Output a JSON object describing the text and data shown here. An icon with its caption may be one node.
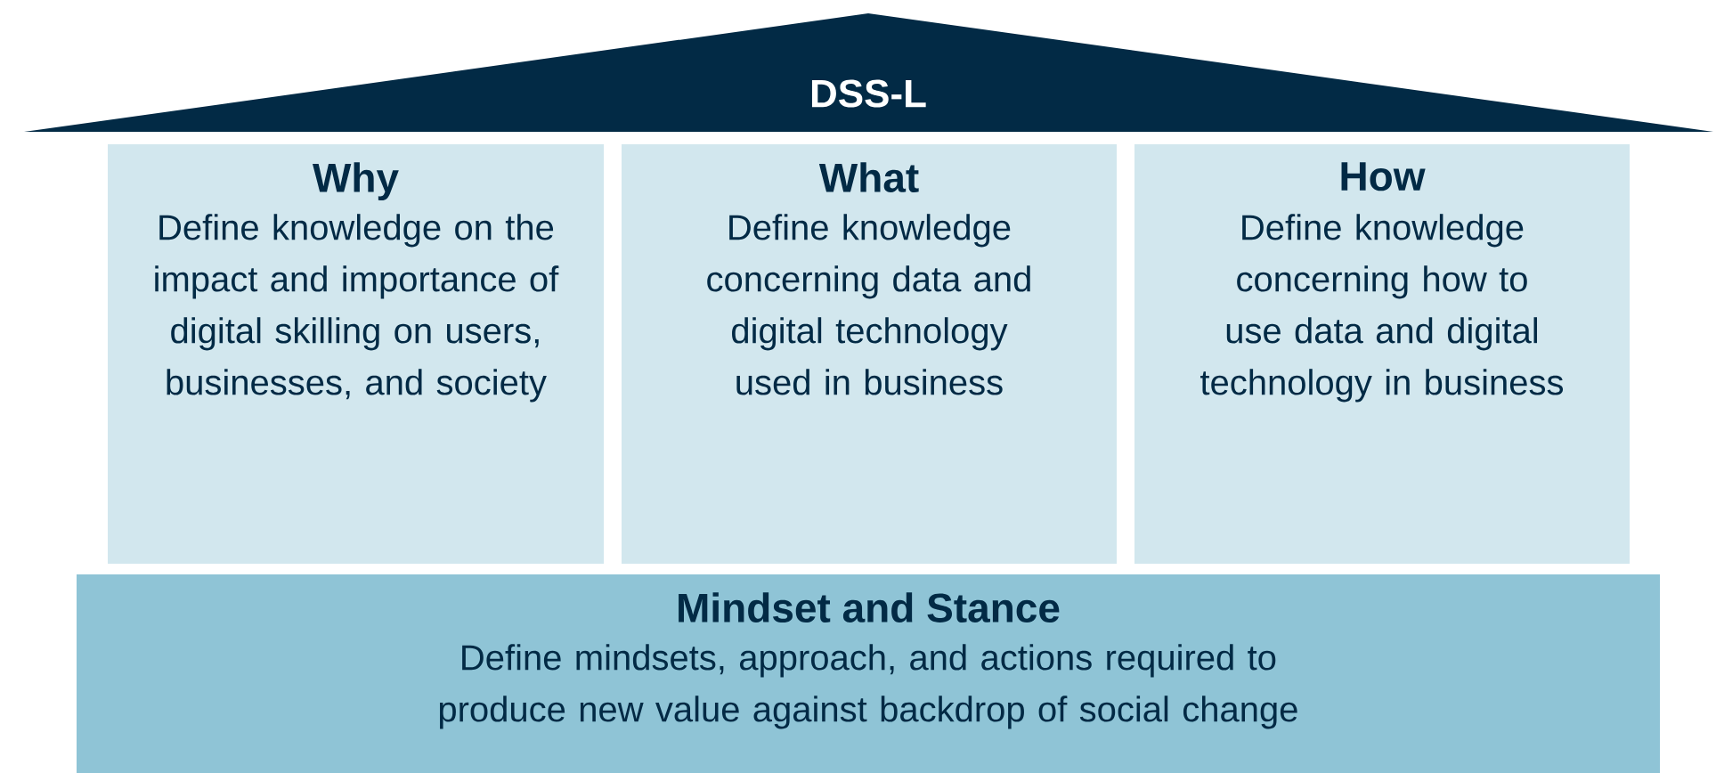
{
  "diagram": {
    "nodes": [
      {
        "text": [
          "DSS-L"
        ]
      },
      {
        "text": [
          "Why",
          "Define knowledge on the impact and importance of digital skilling on users, businesses, and society"
        ]
      },
      {
        "text": [
          "What",
          "Define knowledge concerning data and digital technology used in business"
        ]
      },
      {
        "text": [
          "How",
          "Define knowledge concerning how to use data and digital technology in business"
        ]
      },
      {
        "text": [
          "Mindset and Stance",
          "Define mindsets, approach, and actions required to produce new value against backdrop of social change"
        ]
      }
    ]
  }
}
